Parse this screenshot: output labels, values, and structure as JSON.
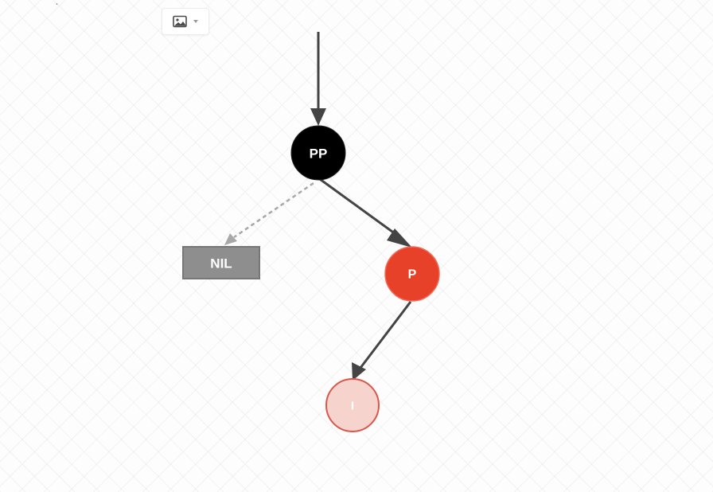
{
  "toolbar": {
    "insert_image_icon": "image-icon",
    "dropdown_icon": "chevron-down-icon"
  },
  "diagram": {
    "nodes": [
      {
        "id": "pp",
        "label": "PP",
        "color": "black",
        "fill": "#000000",
        "text_color": "#ffffff"
      },
      {
        "id": "p",
        "label": "P",
        "color": "red",
        "fill": "#e8412a",
        "text_color": "#ffffff"
      },
      {
        "id": "i",
        "label": "I",
        "color": "red-pending",
        "fill": "#f6d3cd",
        "text_color": "#ffffff",
        "stroke": "#d9564a"
      },
      {
        "id": "nil",
        "label": "NIL",
        "color": "gray",
        "fill": "#8e8e8e",
        "text_color": "#ffffff"
      }
    ],
    "edges": [
      {
        "from": "root",
        "to": "pp",
        "style": "solid"
      },
      {
        "from": "pp",
        "to": "p",
        "style": "solid"
      },
      {
        "from": "pp",
        "to": "nil",
        "style": "dashed"
      },
      {
        "from": "p",
        "to": "i",
        "style": "solid"
      }
    ],
    "colors": {
      "edge": "#444444",
      "edge_dashed": "#a8a8a8",
      "nil_border": "#777777"
    }
  }
}
